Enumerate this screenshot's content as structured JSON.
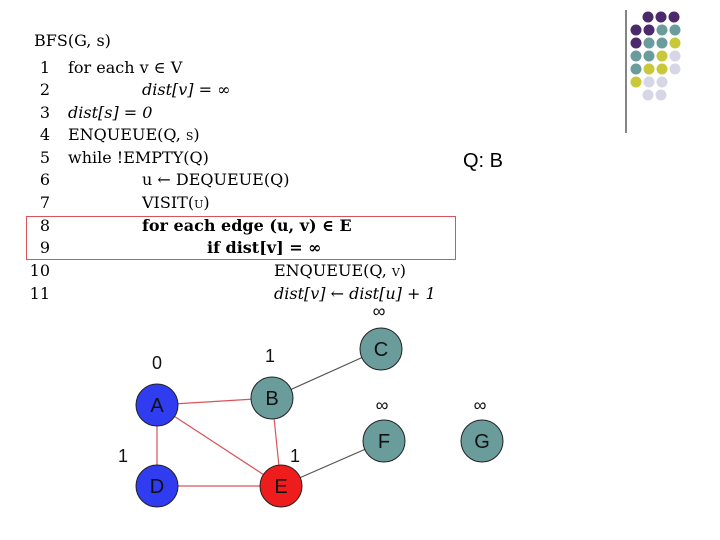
{
  "algorithm": {
    "title": "BFS(G, s)",
    "lines": [
      {
        "num": "1",
        "text": "for each v ∈ V"
      },
      {
        "num": "2",
        "text": "dist[v] = ∞"
      },
      {
        "num": "3",
        "text": "dist[s] = 0"
      },
      {
        "num": "4",
        "text": "ENQUEUE(Q, s)"
      },
      {
        "num": "5",
        "text": "while !EMPTY(Q)"
      },
      {
        "num": "6",
        "text": "u ← DEQUEUE(Q)"
      },
      {
        "num": "7",
        "text": "VISIT(u)"
      },
      {
        "num": "8",
        "text": "for each edge (u, v) ∈ E"
      },
      {
        "num": "9",
        "text": "if dist[v] = ∞"
      },
      {
        "num": "10",
        "text": "ENQUEUE(Q, v)"
      },
      {
        "num": "11",
        "text": "dist[v] ← dist[u] + 1"
      }
    ],
    "highlighted_lines": [
      "8",
      "9"
    ],
    "highlight_color": "#d9535a"
  },
  "queue": {
    "text": "Q: B"
  },
  "graph": {
    "nodes": [
      {
        "id": "A",
        "label": "A",
        "dist": "0",
        "color": "#2f3cf0"
      },
      {
        "id": "B",
        "label": "B",
        "dist": "1",
        "color": "#6b9c9c"
      },
      {
        "id": "C",
        "label": "C",
        "dist": "∞",
        "color": "#6b9c9c"
      },
      {
        "id": "D",
        "label": "D",
        "dist": "1",
        "color": "#2f3cf0"
      },
      {
        "id": "E",
        "label": "E",
        "dist": "1",
        "color": "#ee1c1c"
      },
      {
        "id": "F",
        "label": "F",
        "dist": "∞",
        "color": "#6b9c9c"
      },
      {
        "id": "G",
        "label": "G",
        "dist": "∞",
        "color": "#6b9c9c"
      }
    ],
    "edges": [
      {
        "from": "A",
        "to": "B",
        "color": "#d9535a"
      },
      {
        "from": "A",
        "to": "D",
        "color": "#d9535a"
      },
      {
        "from": "A",
        "to": "E",
        "color": "#d9535a"
      },
      {
        "from": "B",
        "to": "E",
        "color": "#d9535a"
      },
      {
        "from": "D",
        "to": "E",
        "color": "#d9535a"
      },
      {
        "from": "B",
        "to": "C",
        "color": "#555555"
      },
      {
        "from": "E",
        "to": "F",
        "color": "#555555"
      }
    ]
  },
  "decoration": {
    "dot_colors": [
      "#4b2a6b",
      "#6b9c9c",
      "#c8c83a",
      "#d6d6e6"
    ]
  }
}
